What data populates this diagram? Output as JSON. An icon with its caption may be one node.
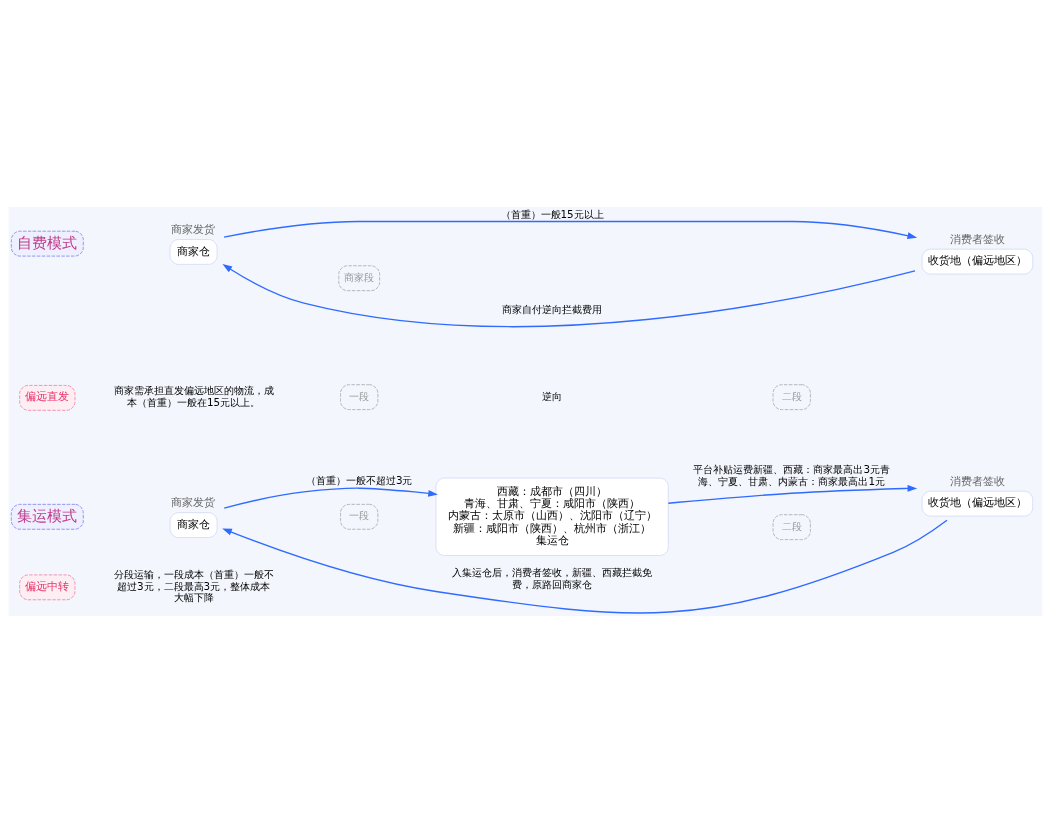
{
  "diagram": {
    "nodes": [
      {
        "text": [
          "偏远中转"
        ]
      },
      {
        "text": [
          "西藏：成都市（四川）",
          "青海、甘肃、宁夏：咸阳市（陕西）",
          "内蒙古：太原市（山西）、沈阳市（辽宁）",
          "新疆：咸阳市（陕西）、杭州市（浙江）",
          "集运仓"
        ]
      },
      {
        "text": [
          "集运模式"
        ]
      },
      {
        "text": [
          "商家仓"
        ],
        "beside": [
          "商家发货"
        ]
      },
      {
        "text": [
          "收货地（偏远地区）"
        ],
        "beside": [
          "消费者签收"
        ]
      },
      {
        "text": [
          "一段"
        ]
      },
      {
        "text": [
          "二段"
        ]
      },
      {
        "text": [
          "一段"
        ]
      },
      {
        "text": [
          "二段"
        ]
      },
      {
        "text": [
          "偏远直发"
        ]
      },
      {
        "text": [
          "自费模式"
        ]
      },
      {
        "text": [
          "商家仓"
        ],
        "beside": [
          "商家发货"
        ]
      },
      {
        "text": [
          "收货地（偏远地区）"
        ],
        "beside": [
          "消费者签收"
        ]
      },
      {
        "text": [
          "商家段"
        ]
      }
    ],
    "edges": [
      {
        "from": 3,
        "to": 1,
        "arrow": "to",
        "label": "（首重）一般不超过3元"
      },
      {
        "from": 1,
        "to": 4,
        "arrow": "to",
        "label": "平台补贴运费新疆、西藏：商家最高出3元青海、宁夏、甘肃、内蒙古：商家最高出1元"
      },
      {
        "from": 4,
        "to": 3,
        "arrow": "to",
        "label": "入集运仓后，消费者签收，新疆、西藏拦截免费，原路回商家仓"
      },
      {
        "from": 11,
        "to": 12,
        "arrow": "to",
        "label": "（首重）一般15元以上"
      },
      {
        "from": 12,
        "to": 11,
        "arrow": "to",
        "label": "商家自付逆向拦截费用"
      }
    ],
    "labels": [
      "分段运输，一段成本（首重）一般不超过3元，二段最高3元，整体成本大幅下降",
      "逆向",
      "商家需承担直发偏远地区的物流，成本（首重）一般在15元以上。"
    ]
  }
}
